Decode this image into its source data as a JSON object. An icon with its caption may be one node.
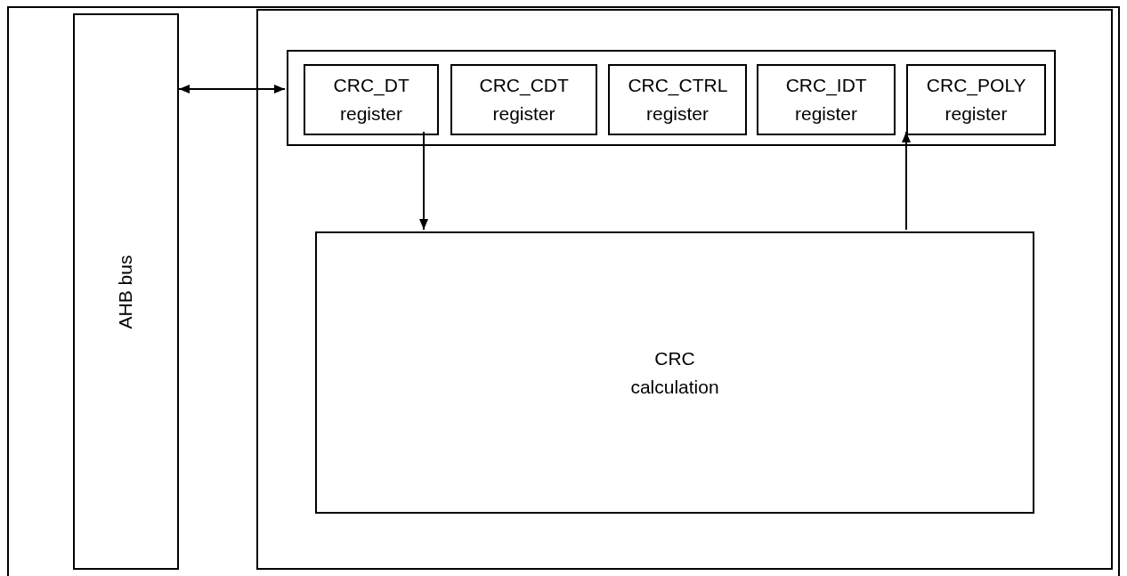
{
  "diagram": {
    "nodes": [
      {
        "text": [
          "AHB bus"
        ]
      },
      {
        "text": [],
        "shape": "box"
      },
      {
        "text": [],
        "shape": "box",
        "in": 1
      },
      {
        "text": [
          "CRC_DT register"
        ],
        "in": 2
      },
      {
        "text": [
          "CRC_CDT register"
        ],
        "in": 2
      },
      {
        "text": [
          "CRC_CTRL register"
        ],
        "in": 2
      },
      {
        "text": [
          "CRC_IDT register"
        ],
        "in": 2
      },
      {
        "text": [
          "CRC_POLY register"
        ],
        "in": 2
      },
      {
        "text": [
          "CRC calculation"
        ],
        "in": 1
      }
    ],
    "edges": [
      {
        "from": 0,
        "to": 2,
        "arrow": "both"
      },
      {
        "from": 3,
        "to": 8,
        "arrow": "to"
      },
      {
        "from": 8,
        "to": 7,
        "arrow": "to"
      }
    ]
  }
}
